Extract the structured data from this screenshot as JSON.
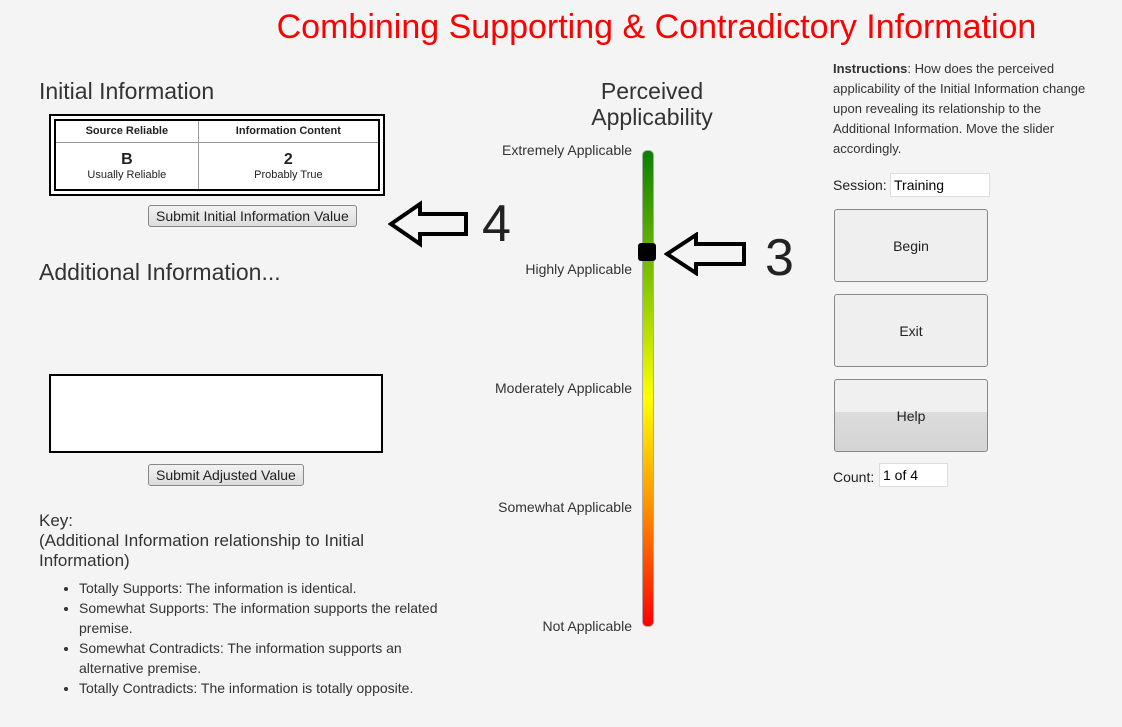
{
  "title": "Combining Supporting & Contradictory Information",
  "initial": {
    "heading": "Initial Information",
    "col1_header": "Source Reliable",
    "col2_header": "Information Content",
    "col1_value": "B",
    "col1_desc": "Usually Reliable",
    "col2_value": "2",
    "col2_desc": "Probably True",
    "submit_label": "Submit Initial Information Value"
  },
  "additional": {
    "heading": "Additional Information...",
    "submit_label": "Submit Adjusted Value"
  },
  "key": {
    "heading": "Key:",
    "subheading": "(Additional Information relationship to Initial Information)",
    "items": [
      "Totally Supports: The information is identical.",
      "Somewhat Supports: The information supports the related premise.",
      "Somewhat Contradicts: The information supports an alternative premise.",
      "Totally Contradicts: The information is totally opposite."
    ]
  },
  "slider": {
    "heading": "Perceived Applicability",
    "labels": [
      "Extremely Applicable",
      "Highly Applicable",
      "Moderately Applicable",
      "Somewhat Applicable",
      "Not Applicable"
    ],
    "value_fraction": 0.785
  },
  "annotations": {
    "arrow_3": "3",
    "arrow_4": "4"
  },
  "right": {
    "instructions_bold": "Instructions",
    "instructions_text": ": How does the perceived applicability of the Initial Information change upon revealing its relationship to the Additional Information. Move the slider accordingly.",
    "session_label": "Session:",
    "session_value": "Training",
    "begin_label": "Begin",
    "exit_label": "Exit",
    "help_label": "Help",
    "count_label": "Count:",
    "count_value": "1 of 4"
  }
}
